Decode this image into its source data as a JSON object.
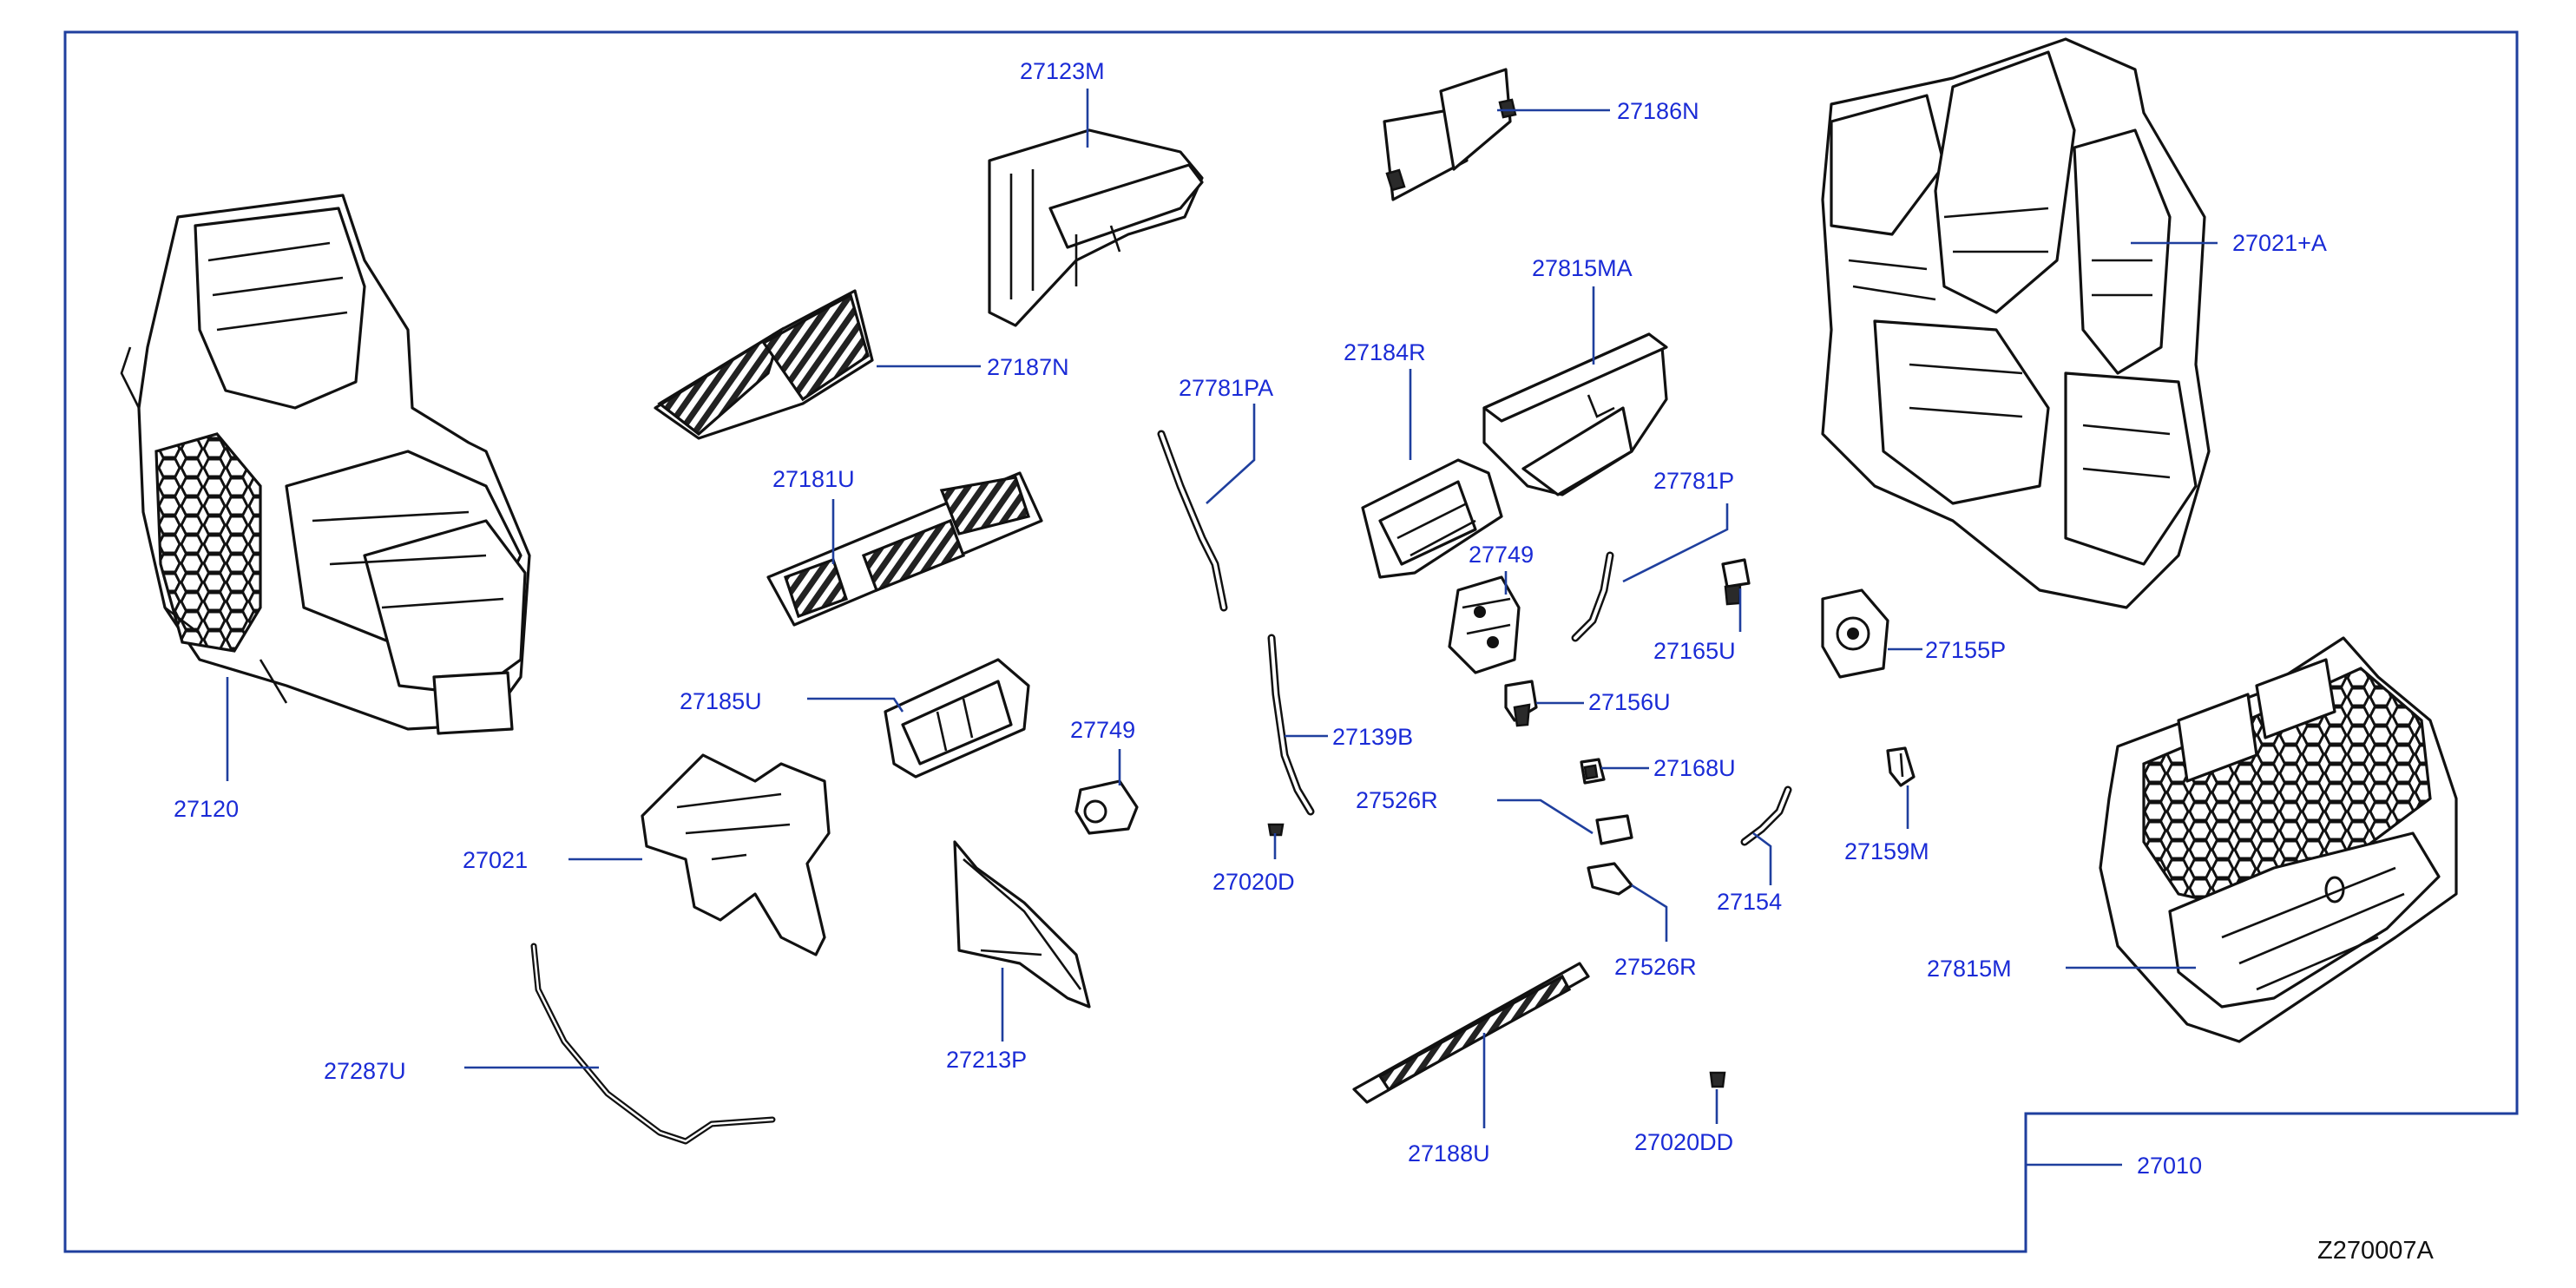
{
  "diagram_code": "Z270007A",
  "colors": {
    "label": "#1a2bd6",
    "leader": "#1f3f9e",
    "line_art": "#111111"
  },
  "parts": {
    "p27123M": "27123M",
    "p27186N": "27186N",
    "p27021A": "27021+A",
    "p27815MA": "27815MA",
    "p27187N": "27187N",
    "p27781PA": "27781PA",
    "p27184R": "27184R",
    "p27781P": "27781P",
    "p27181U": "27181U",
    "p27749a": "27749",
    "p27165U": "27165U",
    "p27155P": "27155P",
    "p27185U": "27185U",
    "p27749b": "27749",
    "p27139B": "27139B",
    "p27156U": "27156U",
    "p27168U": "27168U",
    "p27120": "27120",
    "p27526Ra": "27526R",
    "p27020D": "27020D",
    "p27159M": "27159M",
    "p27021": "27021",
    "p27154": "27154",
    "p27526Rb": "27526R",
    "p27815M": "27815M",
    "p27287U": "27287U",
    "p27213P": "27213P",
    "p27188U": "27188U",
    "p27020DD": "27020DD",
    "p27010": "27010"
  }
}
